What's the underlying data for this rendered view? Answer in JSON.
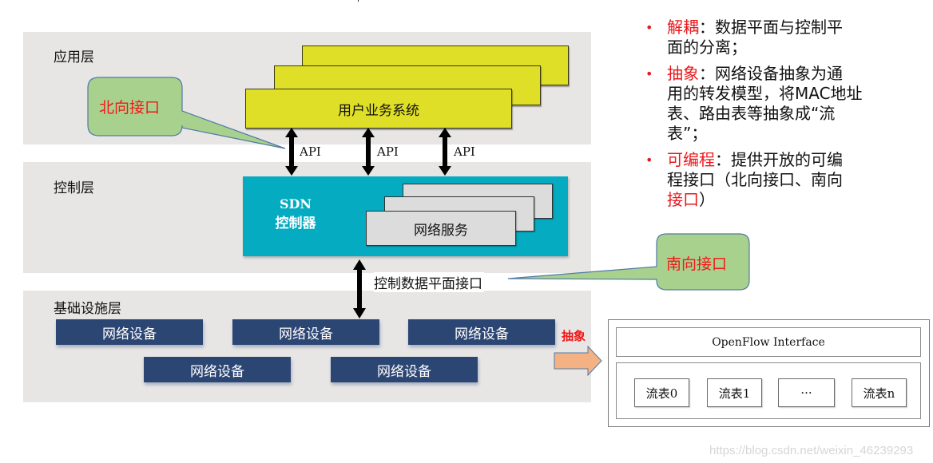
{
  "layers": {
    "application": "应用层",
    "control": "控制层",
    "infrastructure": "基础设施层"
  },
  "application_layer": {
    "business_system_label": "用户业务系统",
    "api_labels": [
      "API",
      "API",
      "API"
    ]
  },
  "control_layer": {
    "controller_label_line1": "SDN",
    "controller_label_line2": "控制器",
    "network_service_label": "网络服务"
  },
  "interfaces": {
    "northbound_callout": "北向接口",
    "southbound_callout": "南向接口",
    "control_data_plane_label": "控制数据平面接口"
  },
  "infrastructure_layer": {
    "devices": [
      "网络设备",
      "网络设备",
      "网络设备",
      "网络设备",
      "网络设备"
    ],
    "abstraction_label": "抽象"
  },
  "openflow_panel": {
    "interface_label": "OpenFlow Interface",
    "flow_tables": [
      "流表0",
      "流表1",
      "···",
      "流表n"
    ]
  },
  "bullets": [
    {
      "term": "解耦",
      "text_lines": [
        "：数据平面与控制平",
        "面的分离；"
      ]
    },
    {
      "term": "抽象",
      "text_lines": [
        "：网络设备抽象为通",
        "用的转发模型，将MAC地址",
        "表、路由表等抽象成“流",
        "表”；"
      ]
    },
    {
      "term": "可编程",
      "text_lines": [
        "：提供开放的可编",
        "程接口（北向接口、南向"
      ],
      "trailing_red": "接口",
      "trailing_text": "）"
    }
  ],
  "watermark": "https://blog.csdn.net/weixin_46239293",
  "colors": {
    "layer_band": "#e8e6e5",
    "business_box": "#dfdf27",
    "controller": "#04abc1",
    "network_device": "#2c4674",
    "callout_fill": "#a9d18e",
    "callout_text": "#f01818",
    "abstraction_arrow": "#f4b183",
    "highlight_red": "#e8181c"
  }
}
